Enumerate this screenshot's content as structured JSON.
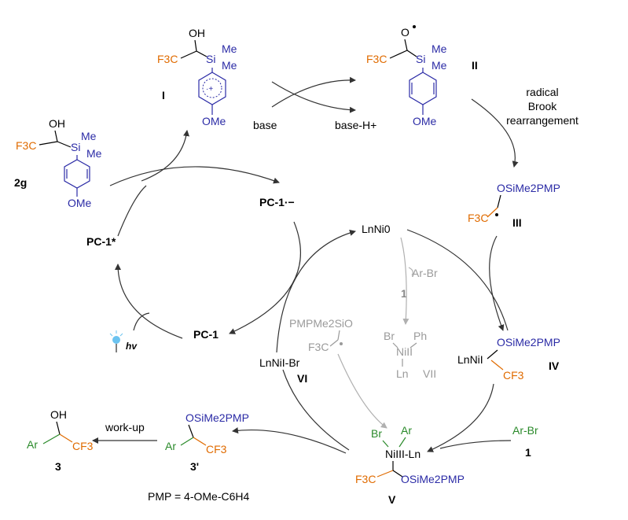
{
  "compounds": {
    "c2g": {
      "label": "2g",
      "oh": "OH",
      "f3c": "F3C",
      "si": "Si",
      "me1": "Me",
      "me2": "Me",
      "ome": "OMe"
    },
    "cI": {
      "label": "I",
      "oh": "OH",
      "f3c": "F3C",
      "si": "Si",
      "me1": "Me",
      "me2": "Me",
      "charge": "·+",
      "ome": "OMe"
    },
    "cII": {
      "label": "II",
      "o": "O",
      "f3c": "F3C",
      "si": "Si",
      "me1": "Me",
      "me2": "Me",
      "ome": "OMe"
    },
    "cIII": {
      "label": "III",
      "osi": "OSiMe2PMP",
      "f3c": "F3C"
    },
    "cIV": {
      "label": "IV",
      "lnni": "LnNiI",
      "osi": "OSiMe2PMP",
      "cf3": "CF3"
    },
    "cV": {
      "label": "V",
      "br": "Br",
      "ar": "Ar",
      "ni": "NiIII-Ln",
      "f3c": "F3C",
      "osi": "OSiMe2PMP"
    },
    "cVI": {
      "label": "VI",
      "formula": "LnNiI-Br"
    },
    "cVII": {
      "label": "VII",
      "br": "Br",
      "ph": "Ph",
      "ni": "NiII",
      "ln": "Ln",
      "radical": "PMPMe2SiO",
      "f3c": "F3C"
    },
    "c3p": {
      "label": "3'",
      "osi": "OSiMe2PMP",
      "ar": "Ar",
      "cf3": "CF3"
    },
    "c3": {
      "label": "3",
      "oh": "OH",
      "ar": "Ar",
      "cf3": "CF3"
    }
  },
  "labels": {
    "pc1star": "PC-1*",
    "pc1rad": "PC-1·−",
    "pc1": "PC-1",
    "lnni0": "LnNi0",
    "hv": "hv",
    "base": "base",
    "baseh": "base-H+",
    "radical_brook": [
      "radical",
      "Brook",
      "rearrangement"
    ],
    "arbr_top": "Ar-Br",
    "one_top": "1",
    "arbr_right": "Ar-Br",
    "one_right": "1",
    "workup": "work-up",
    "pmp_def": "PMP = 4-OMe-C6H4"
  },
  "colors": {
    "orange": "#e06b00",
    "blue": "#2b2ba6",
    "green": "#2a8a2a",
    "grey": "#9a9a9a"
  }
}
